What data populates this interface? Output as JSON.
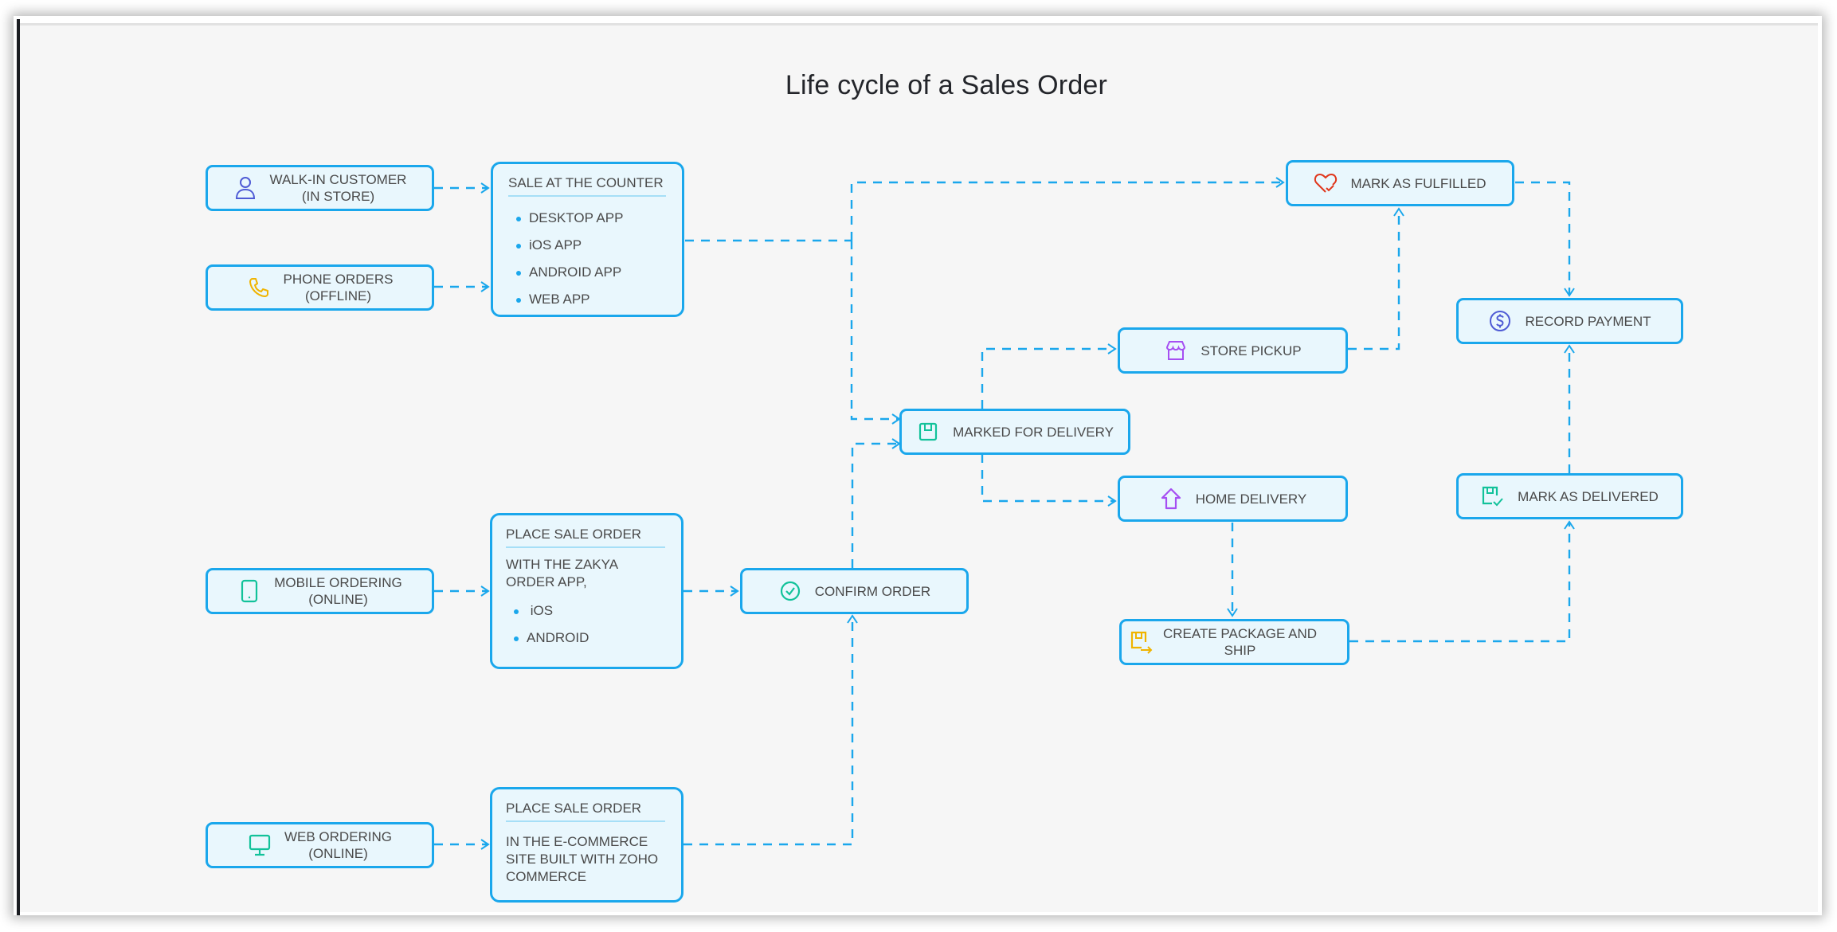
{
  "title": "Life cycle of a Sales Order",
  "colors": {
    "accent": "#1aa7ec",
    "node_fill": "#e9f7fd",
    "text": "#4a4a4a",
    "icon_blue": "#4f5bd5",
    "icon_yellow": "#f0b400",
    "icon_green": "#12c29a",
    "icon_purple": "#a64ff2",
    "icon_red": "#e0361b"
  },
  "channels": {
    "walk_in": {
      "line1": "WALK-IN CUSTOMER",
      "line2": "(IN STORE)",
      "icon": "person-icon"
    },
    "phone": {
      "line1": "PHONE ORDERS",
      "line2": "(OFFLINE)",
      "icon": "phone-icon"
    },
    "mobile": {
      "line1": "MOBILE ORDERING",
      "line2": "(ONLINE)",
      "icon": "mobile-icon"
    },
    "web": {
      "line1": "WEB ORDERING",
      "line2": "(ONLINE)",
      "icon": "monitor-icon"
    }
  },
  "counter_card": {
    "title": "SALE AT THE COUNTER",
    "items": [
      "DESKTOP APP",
      "iOS APP",
      "ANDROID APP",
      "WEB APP"
    ]
  },
  "mobile_card": {
    "title": "PLACE  SALE ORDER",
    "desc_line1": "WITH THE ZAKYA",
    "desc_line2": "ORDER APP,",
    "items": [
      "iOS",
      "ANDROID"
    ]
  },
  "web_card": {
    "title": "PLACE  SALE ORDER",
    "desc_line1": "IN THE E-COMMERCE",
    "desc_line2": "SITE BUILT WITH ZOHO",
    "desc_line3": "COMMERCE"
  },
  "steps": {
    "confirm_order": {
      "label": "CONFIRM ORDER",
      "icon": "check-circle-icon"
    },
    "marked_for_delivery": {
      "label": "MARKED FOR DELIVERY",
      "icon": "package-icon"
    },
    "store_pickup": {
      "label": "STORE PICKUP",
      "icon": "store-icon"
    },
    "home_delivery": {
      "label": "HOME DELIVERY",
      "icon": "home-icon"
    },
    "create_package": {
      "line1": "CREATE PACKAGE AND",
      "line2": "SHIP",
      "icon": "package-ship-icon"
    },
    "mark_fulfilled": {
      "label": "MARK AS FULFILLED",
      "icon": "heart-check-icon"
    },
    "record_payment": {
      "label": "RECORD PAYMENT",
      "icon": "dollar-circle-icon"
    },
    "mark_delivered": {
      "label": "MARK AS DELIVERED",
      "icon": "package-check-icon"
    }
  },
  "connections": [
    {
      "from": "walk_in",
      "to": "counter_card"
    },
    {
      "from": "phone",
      "to": "counter_card"
    },
    {
      "from": "counter_card",
      "to": "mark_fulfilled"
    },
    {
      "from": "counter_card",
      "to": "marked_for_delivery"
    },
    {
      "from": "mobile",
      "to": "mobile_card"
    },
    {
      "from": "mobile_card",
      "to": "confirm_order"
    },
    {
      "from": "web",
      "to": "web_card"
    },
    {
      "from": "web_card",
      "to": "confirm_order"
    },
    {
      "from": "confirm_order",
      "to": "marked_for_delivery"
    },
    {
      "from": "marked_for_delivery",
      "to": "store_pickup"
    },
    {
      "from": "marked_for_delivery",
      "to": "home_delivery"
    },
    {
      "from": "store_pickup",
      "to": "mark_fulfilled"
    },
    {
      "from": "home_delivery",
      "to": "create_package"
    },
    {
      "from": "create_package",
      "to": "mark_delivered"
    },
    {
      "from": "mark_fulfilled",
      "to": "record_payment"
    },
    {
      "from": "mark_delivered",
      "to": "record_payment"
    }
  ]
}
